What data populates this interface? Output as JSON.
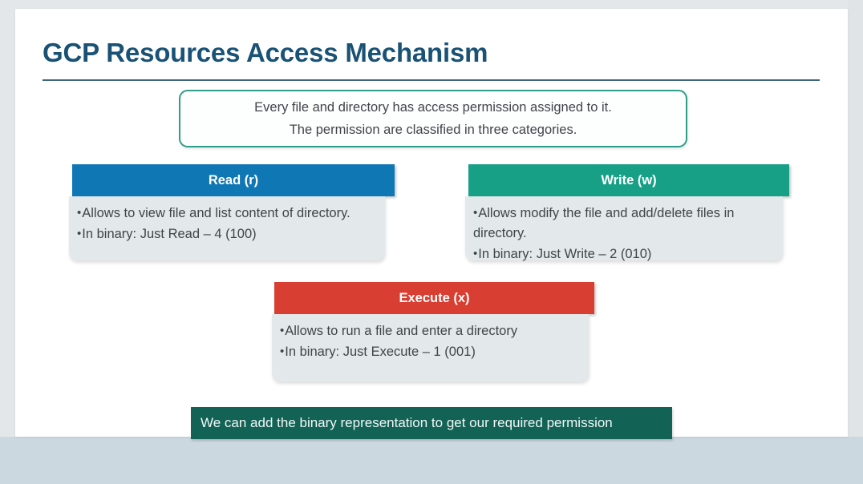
{
  "slide": {
    "title": "GCP Resources Access Mechanism",
    "title_color": "#1a5276",
    "rule_color": "#3f6480",
    "background": "#ffffff",
    "page_background": "#ccd8e0"
  },
  "intro": {
    "border_color": "#2f9e8a",
    "line1": "Every file and directory has access permission assigned to it.",
    "line2": "The permission are classified in three categories."
  },
  "cards": [
    {
      "id": "read",
      "title": "Read (r)",
      "accent": "#1077b5",
      "body_background": "#e3e8ea",
      "bullets": [
        "Allows to view file and list content of directory.",
        "In binary: Just Read – 4 (100)"
      ]
    },
    {
      "id": "write",
      "title": "Write (w)",
      "accent": "#17a085",
      "body_background": "#e3e8ea",
      "bullets": [
        "Allows modify the file and add/delete files in directory.",
        "In binary: Just Write – 2  (010)"
      ]
    },
    {
      "id": "execute",
      "title": "Execute (x)",
      "accent": "#d93e33",
      "body_background": "#e3e8ea",
      "bullets": [
        "Allows to run a file and enter a directory",
        "In binary: Just Execute – 1 (001)"
      ]
    }
  ],
  "footer": {
    "background": "#126356",
    "text": "We can add the binary representation to get our required permission"
  }
}
